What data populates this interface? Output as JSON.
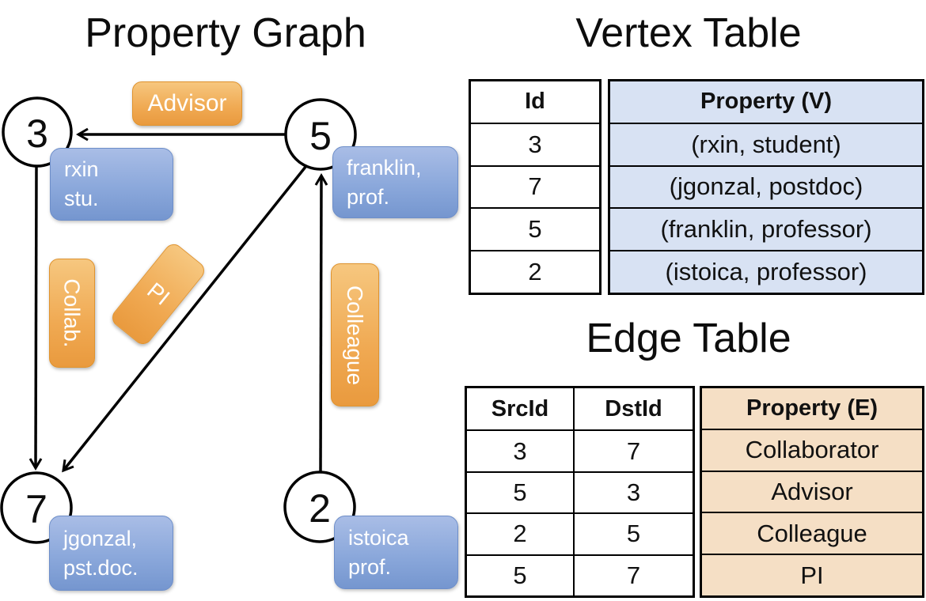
{
  "titles": {
    "graph": "Property Graph",
    "vertex_table": "Vertex Table",
    "edge_table": "Edge Table"
  },
  "graph": {
    "nodes": {
      "n3": {
        "id": "3",
        "line1": "rxin",
        "line2": "stu."
      },
      "n5": {
        "id": "5",
        "line1": "franklin,",
        "line2": "prof."
      },
      "n7": {
        "id": "7",
        "line1": "jgonzal,",
        "line2": "pst.doc."
      },
      "n2": {
        "id": "2",
        "line1": "istoica",
        "line2": "prof."
      }
    },
    "edge_labels": {
      "advisor": "Advisor",
      "collab": "Collab.",
      "pi": "PI",
      "colleague": "Colleague"
    }
  },
  "vertex_table": {
    "headers": {
      "id": "Id",
      "property": "Property (V)"
    },
    "rows": [
      {
        "id": "3",
        "property": "(rxin, student)"
      },
      {
        "id": "7",
        "property": "(jgonzal, postdoc)"
      },
      {
        "id": "5",
        "property": "(franklin, professor)"
      },
      {
        "id": "2",
        "property": "(istoica, professor)"
      }
    ]
  },
  "edge_table": {
    "headers": {
      "src": "SrcId",
      "dst": "DstId",
      "property": "Property (E)"
    },
    "rows": [
      {
        "src": "3",
        "dst": "7",
        "property": "Collaborator"
      },
      {
        "src": "5",
        "dst": "3",
        "property": "Advisor"
      },
      {
        "src": "2",
        "dst": "5",
        "property": "Colleague"
      },
      {
        "src": "5",
        "dst": "7",
        "property": "PI"
      }
    ]
  },
  "colors": {
    "edge_label_orange": "#f0a952",
    "node_label_blue": "#8ba8db",
    "vertex_property_fill": "#d8e2f3",
    "edge_property_fill": "#f5dfc5",
    "line_color": "#000000"
  }
}
